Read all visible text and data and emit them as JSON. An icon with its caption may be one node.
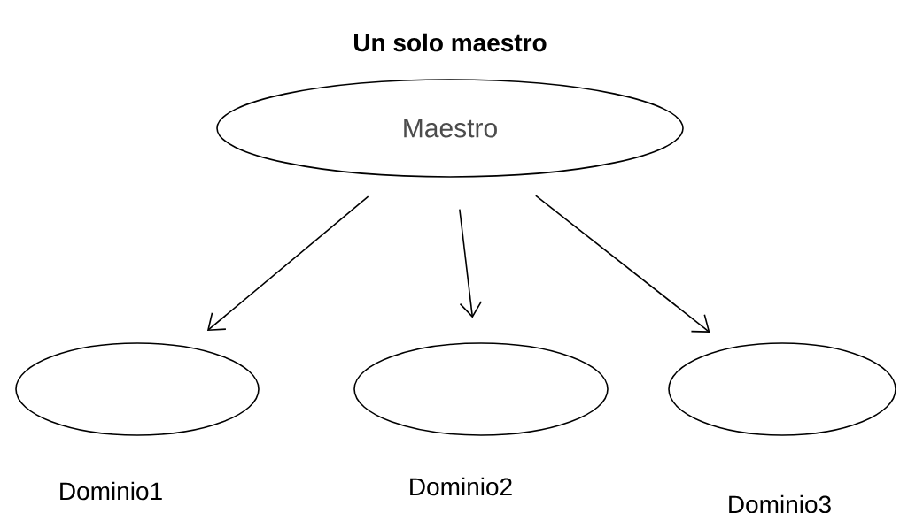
{
  "diagram": {
    "title": "Un solo maestro",
    "nodes": [
      {
        "text": [
          "Maestro"
        ]
      },
      {
        "text": [],
        "shape": "ellipse",
        "beside": [
          "Dominio1"
        ]
      },
      {
        "text": [],
        "shape": "ellipse",
        "beside": [
          "Dominio2"
        ]
      },
      {
        "text": [],
        "shape": "ellipse",
        "beside": [
          "Dominio3"
        ]
      }
    ],
    "edges": [
      {
        "from": 0,
        "to": 1,
        "arrow": "to"
      },
      {
        "from": 0,
        "to": 2,
        "arrow": "to"
      },
      {
        "from": 0,
        "to": 3,
        "arrow": "to"
      }
    ]
  }
}
